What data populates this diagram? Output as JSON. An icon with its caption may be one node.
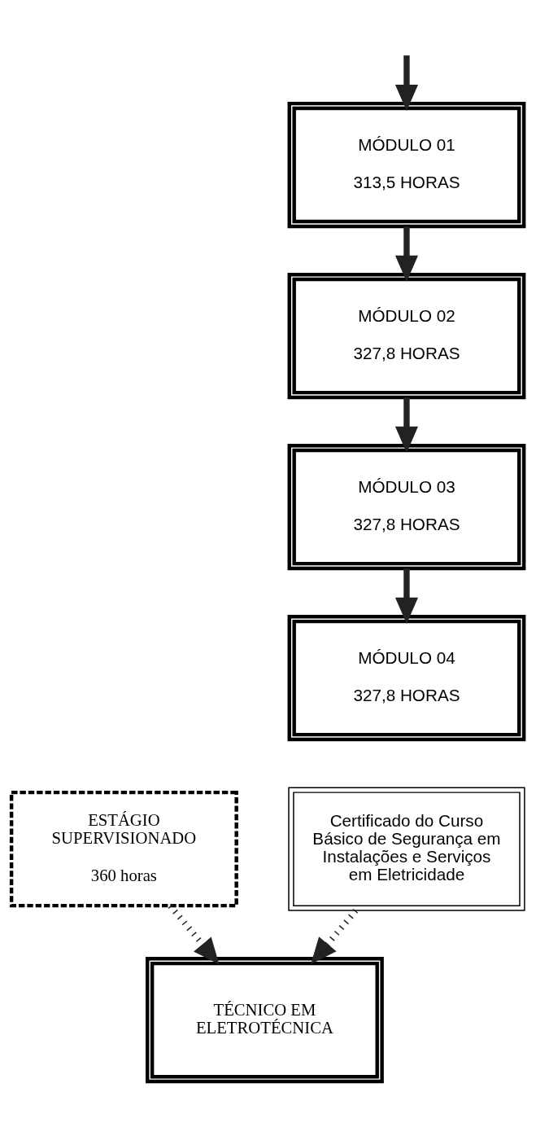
{
  "diagram": {
    "nodes": [
      {
        "text": [
          "MÓDULO 01",
          "313,5 HORAS"
        ]
      },
      {
        "text": [
          "MÓDULO 02",
          "327,8 HORAS"
        ]
      },
      {
        "text": [
          "MÓDULO 03",
          "327,8 HORAS"
        ]
      },
      {
        "text": [
          "MÓDULO 04",
          "327,8 HORAS"
        ]
      },
      {
        "text": [
          "Certificado do Curso Básico de Segurança em Instalações e Serviços em Eletricidade"
        ]
      },
      {
        "text": [
          "ESTÁGIO SUPERVISIONADO",
          "360 horas"
        ]
      },
      {
        "text": [
          "TÉCNICO EM ELETROTÉCNICA"
        ]
      }
    ],
    "edges": [
      {
        "from": null,
        "to": 0,
        "arrow": "to"
      },
      {
        "from": 0,
        "to": 1,
        "arrow": "to"
      },
      {
        "from": 1,
        "to": 2,
        "arrow": "to"
      },
      {
        "from": 2,
        "to": 3,
        "arrow": "to"
      },
      {
        "from": 4,
        "to": 6,
        "arrow": "to",
        "style": "dashed"
      },
      {
        "from": 5,
        "to": 6,
        "arrow": "to",
        "style": "dashed"
      }
    ]
  }
}
